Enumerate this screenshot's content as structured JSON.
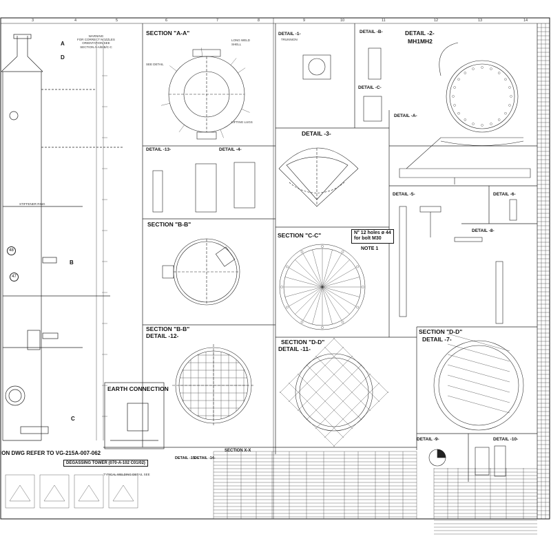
{
  "grid": {
    "numbers": [
      "3",
      "4",
      "5",
      "6",
      "7",
      "8",
      "9",
      "10",
      "11",
      "12",
      "13",
      "14"
    ]
  },
  "warning": {
    "lines": [
      "WARNING",
      "FOR CORRECT NOZZLES",
      "ORIENTATION SEE",
      "SECTION A-A/B-B/C-C"
    ]
  },
  "titles": {
    "section_aa": "SECTION \"A-A\"",
    "section_bb": "SECTION \"B-B\"",
    "section_bb_12": "SECTION \"B-B\"",
    "detail_12": "DETAIL -12-",
    "section_cc": "SECTION \"C-C\"",
    "section_dd": "SECTION \"D-D\"",
    "detail_11": "DETAIL -11-",
    "section_dd_7": "SECTION \"D-D\"",
    "detail_7": "DETAIL -7-",
    "section_xx": "SECTION X-X",
    "detail_1": "DETAIL -1-",
    "detail_1_sub": "TRUNNION",
    "detail_b": "DETAIL -B-",
    "detail_c": "DETAIL -C-",
    "detail_2": "DETAIL -2-",
    "detail_2_sub": "MH1MH2",
    "detail_a": "DETAIL -A-",
    "detail_13": "DETAIL -13-",
    "detail_4": "DETAIL -4-",
    "detail_3": "DETAIL -3-",
    "detail_5": "DETAIL -5-",
    "detail_6": "DETAIL -6-",
    "detail_8": "DETAIL -8-",
    "detail_9": "DETAIL -9-",
    "detail_10": "DETAIL -10-",
    "detail_15": "DETAIL -15-",
    "detail_14": "DETAIL -14-",
    "earth": "EARTH CONNECTION",
    "typical_welding": "TYPICAL WELDING DETAIL SEE"
  },
  "notes": {
    "holes_line1": "N° 12 holes ø 44",
    "holes_line2": "for bolt M30",
    "note_1": "NOTE 1",
    "bottom_left": "ION DWG REFER TO VG-215A-007-062",
    "tower_label": "DEGASSING TOWER (070-A-102 C01/02)",
    "stiffener_ring": "STIFFENER RING",
    "long_weld": "LONG WELD",
    "lifting_lugs": "LIFTING LUGS",
    "shell": "SHELL",
    "sec_detail": "SEE DETAIL"
  },
  "markers": {
    "a": "A",
    "d": "D",
    "b": "B",
    "c": "C",
    "circle_48": "48",
    "circle_47": "47"
  }
}
